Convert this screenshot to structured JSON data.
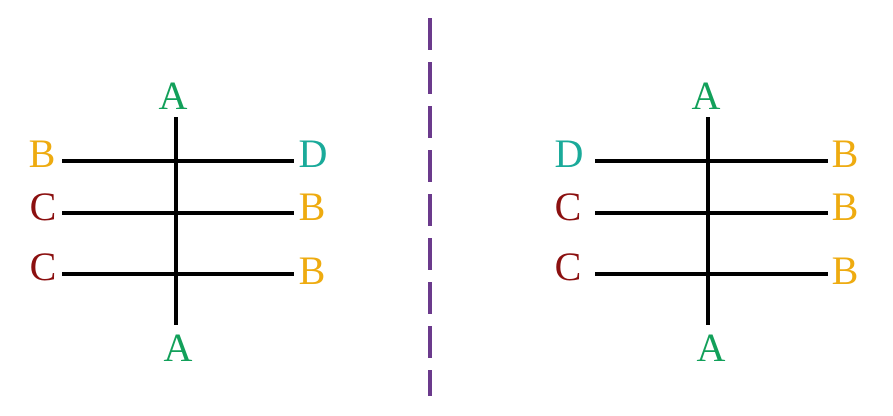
{
  "colors": {
    "A": "#12a05a",
    "B": "#eeab10",
    "C": "#8b1010",
    "D": "#1aaa9a",
    "line": "#000000",
    "divider": "#6b3a8c"
  },
  "left": {
    "top": "A",
    "bottom": "A",
    "rows": [
      {
        "left": "B",
        "right": "D"
      },
      {
        "left": "C",
        "right": "B"
      },
      {
        "left": "C",
        "right": "B"
      }
    ]
  },
  "right": {
    "top": "A",
    "bottom": "A",
    "rows": [
      {
        "left": "D",
        "right": "B"
      },
      {
        "left": "C",
        "right": "B"
      },
      {
        "left": "C",
        "right": "B"
      }
    ]
  }
}
